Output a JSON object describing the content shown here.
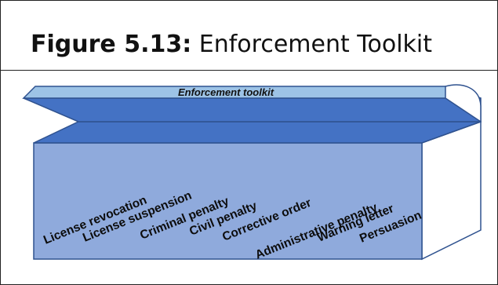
{
  "figure": {
    "label": "Figure 5.13:",
    "title": "Enforcement Toolkit"
  },
  "toolkit": {
    "title": "Enforcement  toolkit",
    "tools": [
      "License  revocation",
      "License suspension",
      "Criminal penalty",
      "Civil penalty",
      "Corrective order",
      "Administrative penalty",
      "Warning letter",
      "Persuasion"
    ]
  },
  "colors": {
    "box_front": "#8faadc",
    "box_top": "#4472c4",
    "lid": "#9dc3e6",
    "outline": "#2f528f"
  }
}
